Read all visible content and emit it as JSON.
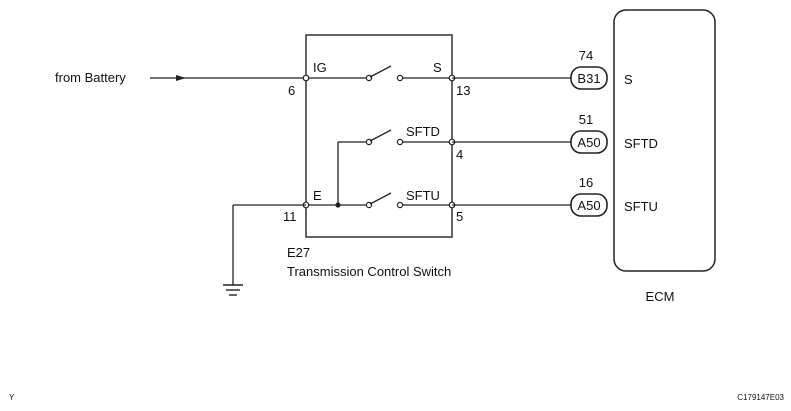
{
  "diagram": {
    "source_label": "from Battery",
    "switch": {
      "code": "E27",
      "name": "Transmission Control Switch",
      "terminals": {
        "ig": {
          "name": "IG",
          "pin": "6"
        },
        "s": {
          "name": "S",
          "pin": "13"
        },
        "sftd": {
          "name": "SFTD",
          "pin": "4"
        },
        "e": {
          "name": "E",
          "pin": "11"
        },
        "sftu": {
          "name": "SFTU",
          "pin": "5"
        }
      }
    },
    "connectors": [
      {
        "id": "B31",
        "pin": "74",
        "signal": "S"
      },
      {
        "id": "A50",
        "pin": "51",
        "signal": "SFTD"
      },
      {
        "id": "A50",
        "pin": "16",
        "signal": "SFTU"
      }
    ],
    "ecm_label": "ECM",
    "corner_mark": "Y",
    "figure_id": "C179147E03"
  }
}
